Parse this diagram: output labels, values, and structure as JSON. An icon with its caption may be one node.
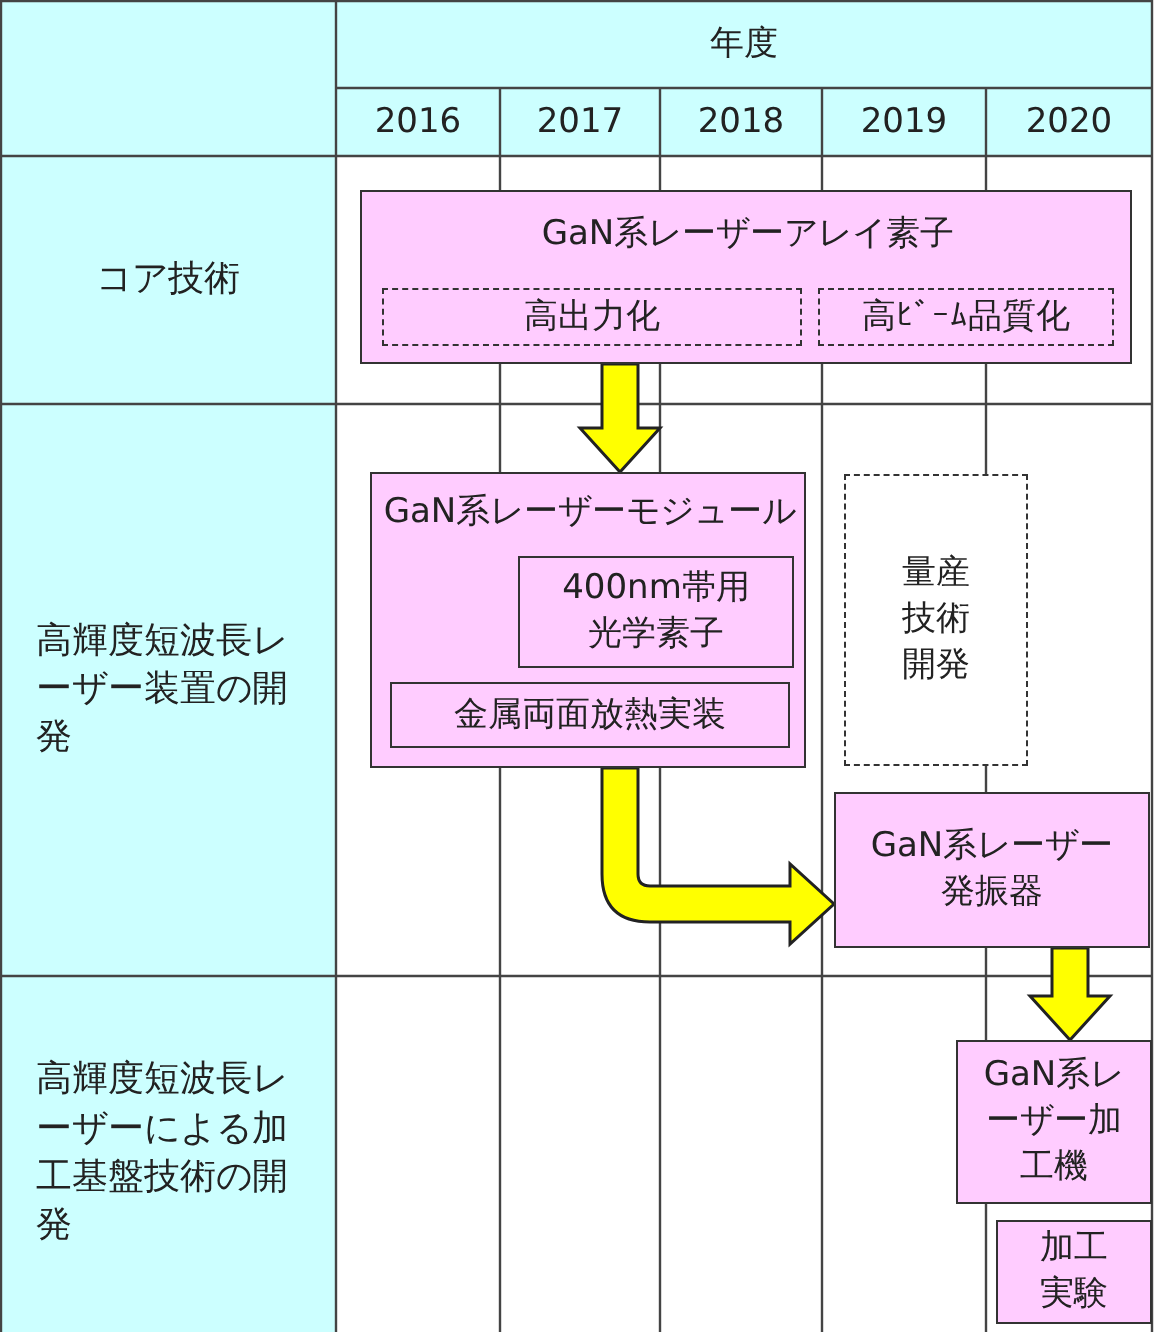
{
  "diagram": {
    "nodes": [
      {
        "text": [
          "GaN系レーザーアレイ素子"
        ]
      },
      {
        "text": [
          "高出力化"
        ],
        "in": 0
      },
      {
        "text": [
          "高ﾋﾞｰﾑ品質化"
        ],
        "in": 0
      },
      {
        "text": [
          "GaN系レーザーモジュール"
        ]
      },
      {
        "text": [
          "400nm帯用光学素子"
        ],
        "in": 3
      },
      {
        "text": [
          "金属両面放熱実装"
        ],
        "in": 3
      },
      {
        "text": [
          "量産技術開発"
        ]
      },
      {
        "text": [
          "GaN系レーザー発振器"
        ]
      },
      {
        "text": [
          "GaN系レーザー加工機"
        ]
      },
      {
        "text": [
          "加工実験"
        ]
      }
    ],
    "edges": [
      {
        "from": 0,
        "to": 3,
        "arrow": "to"
      },
      {
        "from": 3,
        "to": 7,
        "arrow": "to"
      },
      {
        "from": 7,
        "to": 8,
        "arrow": "to"
      }
    ],
    "labels": [
      "年度",
      "2016",
      "2017",
      "2018",
      "2019",
      "2020",
      "コア技術",
      "高輝度短波長レーザー装置の開発",
      "高輝度短波長レーザーによる加工基盤技術の開発"
    ]
  }
}
